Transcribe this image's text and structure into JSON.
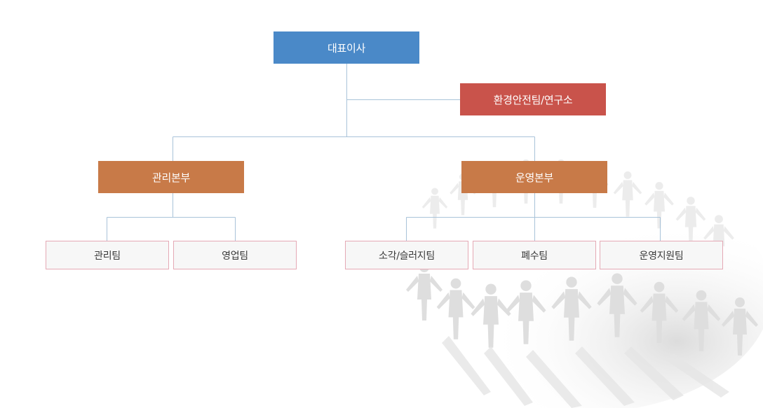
{
  "org": {
    "ceo": "대표이사",
    "advisory": "환경안전팀/연구소",
    "divisions": [
      {
        "name": "관리본부",
        "teams": [
          "관리팀",
          "영업팀"
        ]
      },
      {
        "name": "운영본부",
        "teams": [
          "소각/슬러지팀",
          "폐수팀",
          "운영지원팀"
        ]
      }
    ]
  },
  "colors": {
    "ceo": "#4a89c8",
    "advisory": "#c9534b",
    "division": "#c87a48",
    "team_border": "#e5a9b5",
    "connector": "#a9c3d9"
  },
  "decorations": {
    "background_art": "paper-people-chain-circle"
  }
}
